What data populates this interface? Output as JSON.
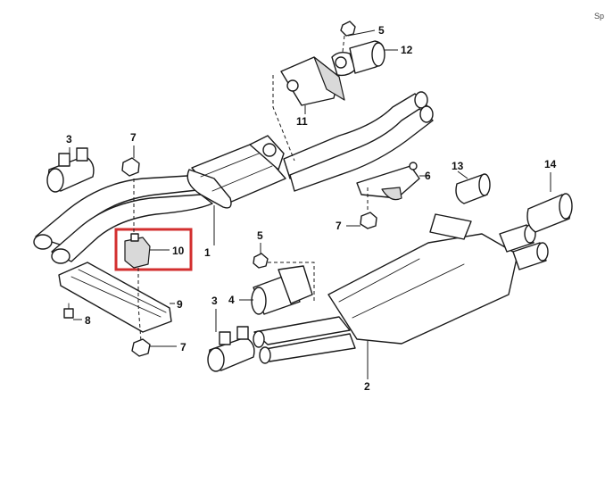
{
  "corner_text": "Sp",
  "highlight_color": "#d32f2f",
  "labels": {
    "p1": "1",
    "p2": "2",
    "p3a": "3",
    "p3b": "3",
    "p4": "4",
    "p5a": "5",
    "p5b": "5",
    "p6": "6",
    "p7a": "7",
    "p7b": "7",
    "p7c": "7",
    "p8": "8",
    "p9": "9",
    "p10": "10",
    "p11": "11",
    "p12": "12",
    "p13": "13",
    "p14": "14"
  },
  "highlighted_part": "10"
}
